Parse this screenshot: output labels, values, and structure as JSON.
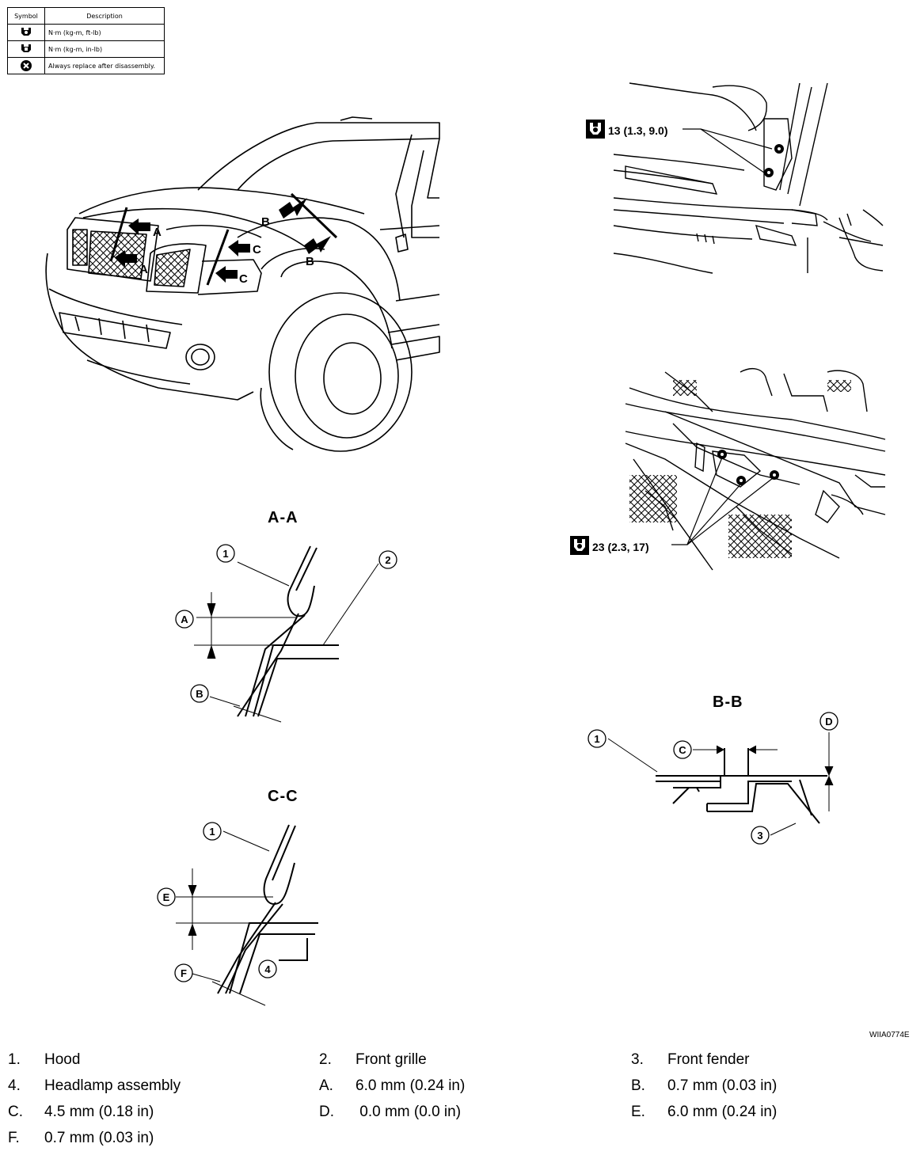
{
  "symbol_table": {
    "header": {
      "symbol": "Symbol",
      "description": "Description"
    },
    "rows": [
      {
        "icon": "torque-wrench-icon",
        "description": "N·m (kg-m, ft-lb)"
      },
      {
        "icon": "torque-wrench-inlb-icon",
        "description": "N·m (kg-m, in-lb)"
      },
      {
        "icon": "replace-x-icon",
        "description": "Always replace after disassembly."
      }
    ]
  },
  "vehicle_view": {
    "callouts": [
      "A",
      "A",
      "B",
      "B",
      "C",
      "C"
    ]
  },
  "torque": {
    "hood_hinge": "13 (1.3, 9.0)",
    "hood_lock": "23 (2.3, 17)"
  },
  "sections": {
    "aa": {
      "title": "A-A",
      "callouts": [
        "1",
        "2",
        "A",
        "B"
      ]
    },
    "bb": {
      "title": "B-B",
      "callouts": [
        "1",
        "3",
        "C",
        "D"
      ]
    },
    "cc": {
      "title": "C-C",
      "callouts": [
        "1",
        "4",
        "E",
        "F"
      ]
    }
  },
  "doc_code": "WIIA0774E",
  "parts_list": [
    {
      "key": "1.",
      "value": "Hood"
    },
    {
      "key": "2.",
      "value": "Front grille"
    },
    {
      "key": "3.",
      "value": "Front fender"
    },
    {
      "key": "4.",
      "value": "Headlamp assembly"
    },
    {
      "key": "A.",
      "value": "6.0 mm (0.24 in)"
    },
    {
      "key": "B.",
      "value": "0.7 mm (0.03 in)"
    },
    {
      "key": "C.",
      "value": "4.5 mm (0.18 in)"
    },
    {
      "key": "D.",
      "value": " 0.0 mm (0.0 in)"
    },
    {
      "key": "E.",
      "value": "6.0 mm (0.24 in)"
    },
    {
      "key": "F.",
      "value": "0.7 mm (0.03 in)"
    }
  ],
  "colors": {
    "line": "#000000",
    "background": "#ffffff"
  }
}
